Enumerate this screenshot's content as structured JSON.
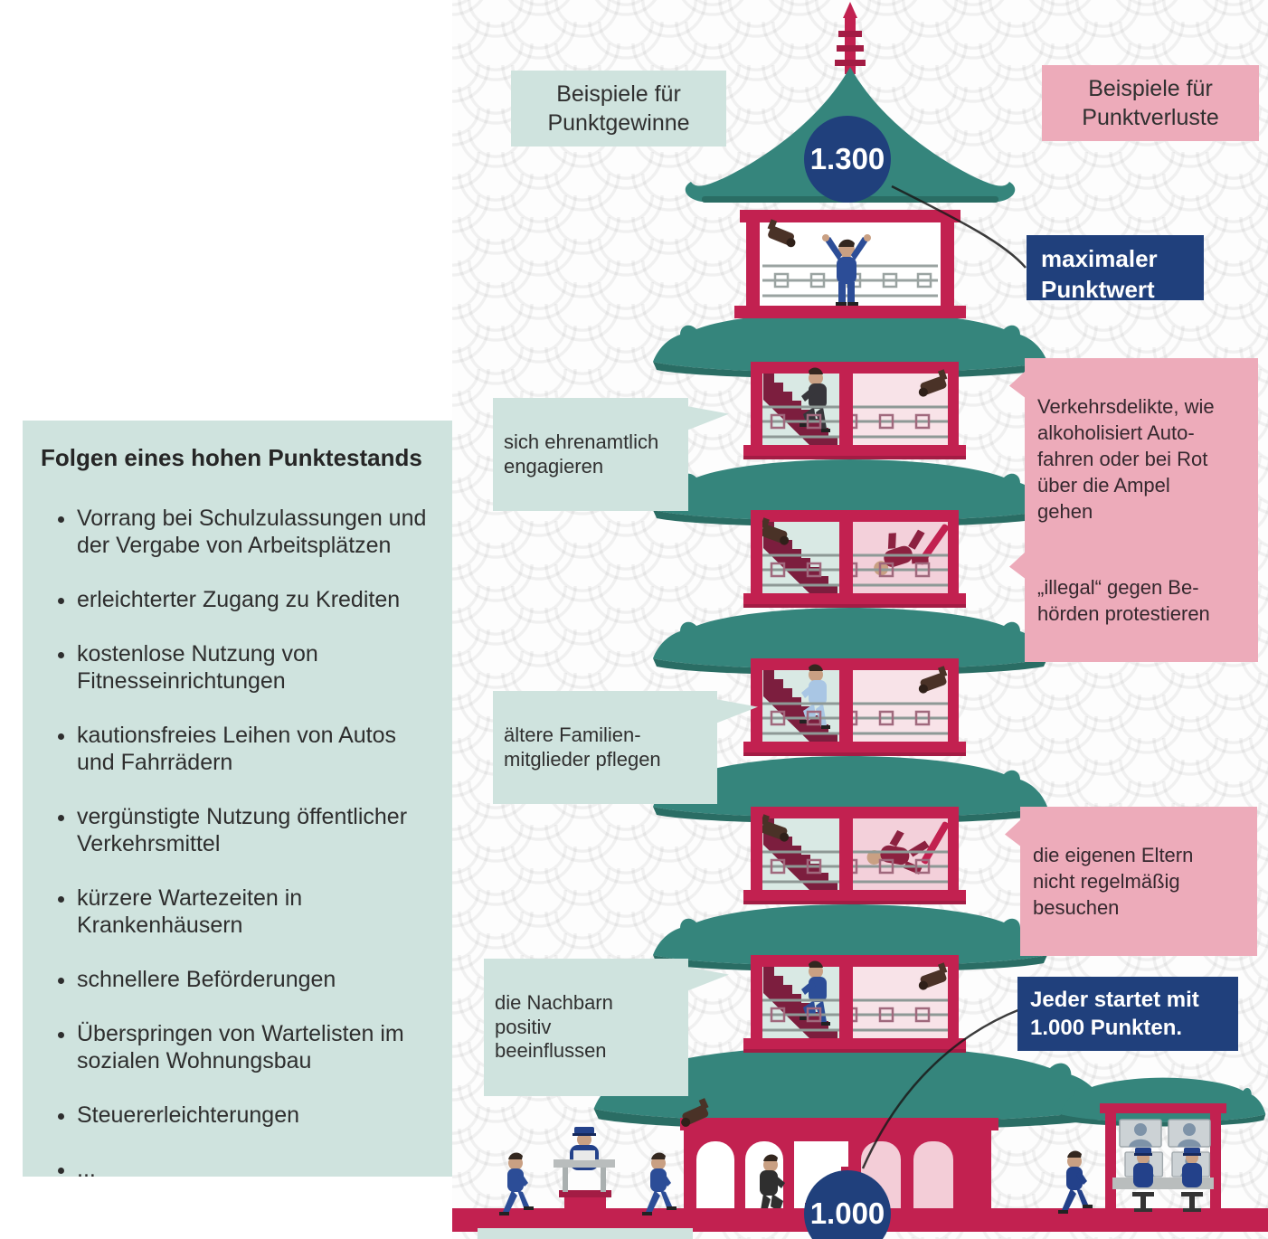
{
  "left_panel": {
    "title": "Folgen eines hohen Punktestands",
    "items": [
      "Vorrang bei Schulzulassungen und\nder Vergabe von Arbeitsplätzen",
      "erleichterter Zugang zu Krediten",
      "kostenlose Nutzung von\nFitnesseinrichtungen",
      "kautionsfreies Leihen von Autos\nund Fahrrädern",
      "vergünstigte Nutzung öffentlicher\nVerkehrsmittel",
      "kürzere Wartezeiten in\nKrankenhäusern",
      "schnellere Beförderungen",
      "Überspringen von Wartelisten im\nsozialen Wohnungsbau",
      "Steuererleichterungen",
      "..."
    ]
  },
  "headers": {
    "gains": "Beispiele für\nPunktgewinne",
    "losses": "Beispiele für\nPunktverluste"
  },
  "points": {
    "max": "1.300",
    "start": "1.000"
  },
  "callouts": {
    "max": "maximaler\nPunktwert",
    "start": "Jeder startet mit\n1.000 Punkten."
  },
  "gains": [
    "sich ehrenamtlich\nengagieren",
    "ältere Familien-\nmitglieder pflegen",
    "die Nachbarn\npositiv\nbeeinflussen"
  ],
  "losses": [
    "Verkehrsdelikte, wie\nalkoholisiert Auto-\nfahren oder bei Rot\nüber die Ampel\ngehen",
    "„illegal“ gegen Be-\nhörden protestieren",
    "die eigenen Eltern\nnicht regelmäßig\nbesuchen"
  ],
  "colors": {
    "teal_box": "#cfe3de",
    "pink_box": "#edabba",
    "dark_blue": "#20407c",
    "crimson": "#c22150",
    "dark_crimson": "#7c1e3e",
    "roof_teal": "#35857c",
    "teal_cell": "#d9e9e4",
    "pink_cell": "#f3d0da",
    "text": "#333333"
  },
  "icons": {
    "camera": "cctv-camera-icon",
    "person_cheering": "person-cheering-icon",
    "person_climbing": "person-climbing-icon",
    "person_falling": "person-falling-icon",
    "officer_walking": "police-officer-icon",
    "officer_seated": "seated-officer-icon",
    "monitors": "surveillance-monitors-icon"
  }
}
